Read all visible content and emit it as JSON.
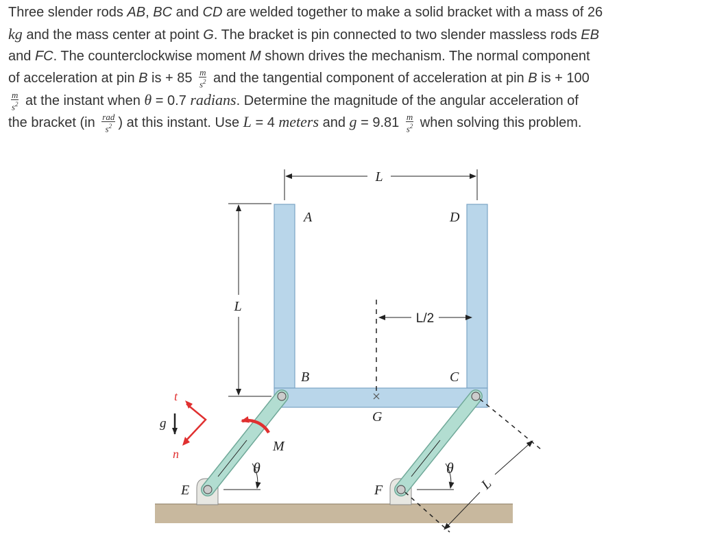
{
  "problem": {
    "l1": {
      "a": "Three slender rods ",
      "ab": "AB",
      "b": ", ",
      "bc": "BC",
      "c": " and ",
      "cd": "CD",
      "d": " are welded together to make a solid bracket with a mass of 26"
    },
    "l2": {
      "kg": "kg",
      "a": " and the mass center at point ",
      "g": "G",
      "b": ".  The bracket is pin connected to two slender massless rods ",
      "eb": "EB"
    },
    "l3": {
      "a": "and ",
      "fc": "FC",
      "b": ".  The counterclockwise moment ",
      "m": "M",
      "c": " shown drives the mechanism.  The normal component"
    },
    "l4": {
      "a": "of acceleration at pin ",
      "b1": "B",
      "b": " is + 85 ",
      "frac_num": "m",
      "frac_den": "s2",
      "c": " and the tangential component of acceleration at pin ",
      "b2": "B",
      "d": " is + 100"
    },
    "l5": {
      "frac_num": "m",
      "frac_den": "s2",
      "a": " at the instant when ",
      "theta": "θ",
      "b": " = 0.7 ",
      "radians": "radians",
      "c": ".  Determine the magnitude of the angular acceleration of"
    },
    "l6": {
      "a": "the bracket (in ",
      "frac_num": "rad",
      "frac_den": "s2",
      "b": ") at this instant.  Use ",
      "L": "L",
      "c": " = 4 ",
      "meters": "meters",
      "d": " and ",
      "g": "g",
      "e": " = 9.81 ",
      "frac2_num": "m",
      "frac2_den": "s2",
      "f": " when solving this problem."
    }
  },
  "figure": {
    "labels": {
      "A": "A",
      "B": "B",
      "C": "C",
      "D": "D",
      "E": "E",
      "F": "F",
      "G": "G",
      "M": "M",
      "L_top": "L",
      "L_left": "L",
      "L_half": "L/2",
      "L_diag": "L",
      "theta_left": "θ",
      "theta_right": "θ",
      "t": "t",
      "n": "n",
      "g": "g"
    },
    "colors": {
      "rod_fill": "#b9d6ea",
      "rod_stroke": "#7aa3c4",
      "link_fill": "#b2ddd1",
      "link_stroke": "#6fa898",
      "ground": "#c5b59c",
      "moment": "#e03030"
    }
  }
}
